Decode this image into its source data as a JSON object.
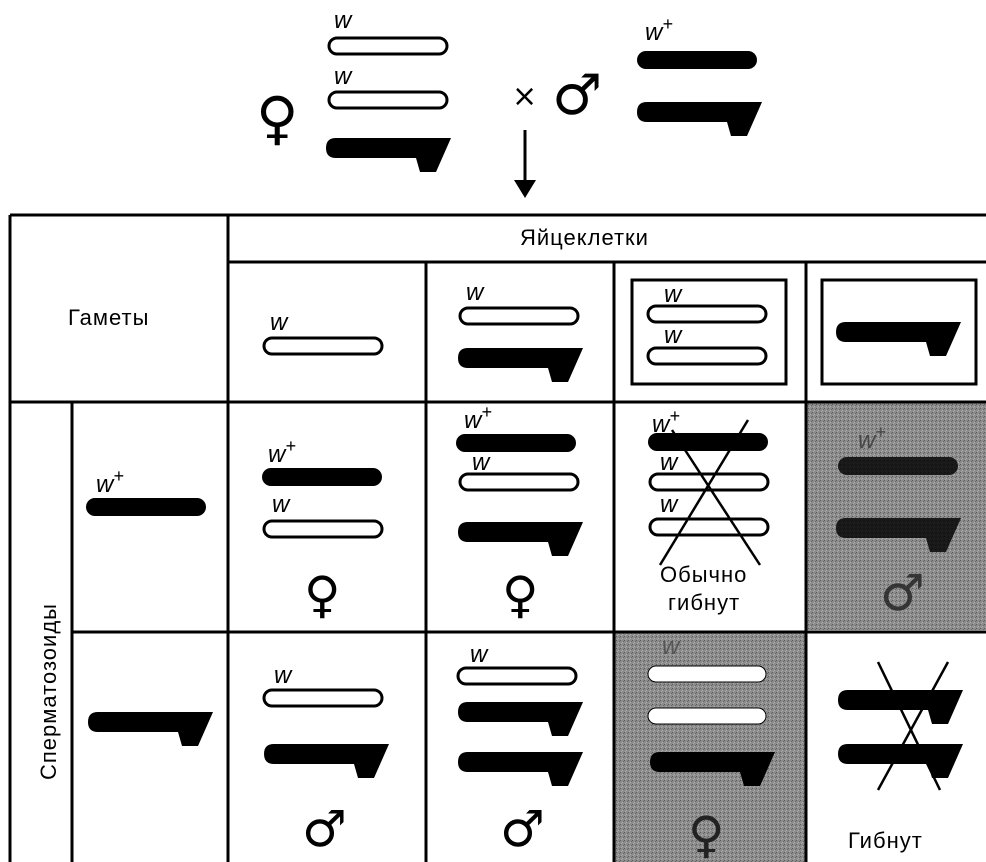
{
  "cross": {
    "female_label_1": "w",
    "female_label_2": "w",
    "male_label": "w",
    "male_label_sup": "+",
    "cross_sign": "×",
    "female_sign": "♀",
    "male_sign": "♂",
    "arrow_icon": "down-arrow"
  },
  "table": {
    "header_eggs": "Яйцеклетки",
    "header_gametes": "Гаметы",
    "header_sperm": "Сперматозоиды",
    "gamete_cols": [
      {
        "labels": [
          "w"
        ]
      },
      {
        "labels": [
          "w"
        ]
      },
      {
        "labels": [
          "w",
          "w"
        ]
      },
      {
        "labels": []
      }
    ],
    "sperm_rows": [
      {
        "label": "w",
        "label_sup": "+"
      },
      {
        "label": ""
      }
    ],
    "cells": {
      "r1c1": {
        "labels": [
          "w",
          "w"
        ],
        "sex": "♀"
      },
      "r1c2": {
        "labels": [
          "w",
          "w"
        ],
        "sex": "♀"
      },
      "r1c3": {
        "labels": [
          "w",
          "w",
          "w"
        ],
        "note_1": "Обычно",
        "note_2": "гибнут"
      },
      "r1c4": {
        "label": "w",
        "sex": "♂"
      },
      "r2c1": {
        "label": "w",
        "sex": "♂"
      },
      "r2c2": {
        "label": "w",
        "sex": "♂"
      },
      "r2c3": {
        "label": "w",
        "sex": "♀"
      },
      "r2c4": {
        "note": "Гибнут"
      }
    },
    "sup_plus": "+",
    "shaded_color": "#8a8a8a"
  }
}
